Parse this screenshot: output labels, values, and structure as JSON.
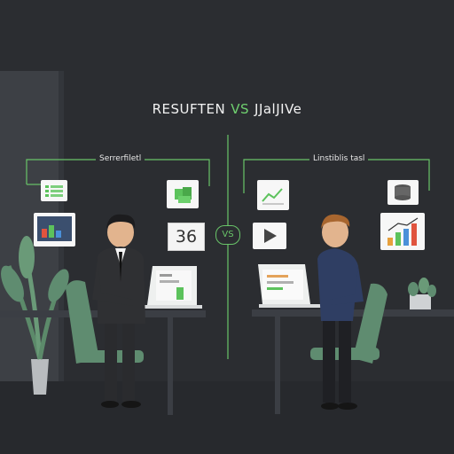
{
  "scene": {
    "title_left": "RESUFTEN",
    "title_vs": "VS",
    "title_right": "JJalJIVe",
    "left_label": "Serrerfiletl",
    "right_label": "Linstiblis tasl",
    "center_number": "36",
    "center_badge": "VS"
  },
  "colors": {
    "background": "#2b2d31",
    "accent_green": "#69c469",
    "desk": "#3b3e44",
    "chair": "#5f8c70"
  }
}
